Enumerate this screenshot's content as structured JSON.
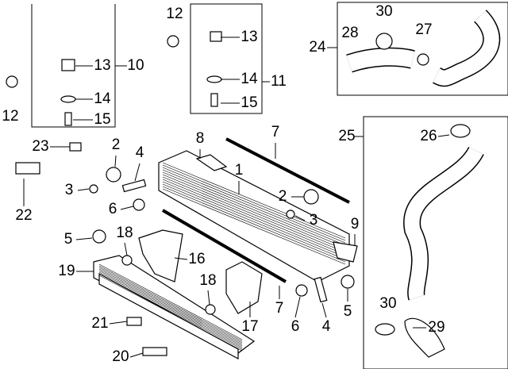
{
  "diagram": {
    "callouts": [
      {
        "id": "c12a",
        "text": "12"
      },
      {
        "id": "c13a",
        "text": "13"
      },
      {
        "id": "c14a",
        "text": "14"
      },
      {
        "id": "c15a",
        "text": "15"
      },
      {
        "id": "c11",
        "text": "11"
      },
      {
        "id": "c13b",
        "text": "13"
      },
      {
        "id": "c14b",
        "text": "14"
      },
      {
        "id": "c15b",
        "text": "15"
      },
      {
        "id": "c10",
        "text": "10"
      },
      {
        "id": "c12b",
        "text": "12"
      },
      {
        "id": "c24",
        "text": "24"
      },
      {
        "id": "c28",
        "text": "28"
      },
      {
        "id": "c30a",
        "text": "30"
      },
      {
        "id": "c27",
        "text": "27"
      },
      {
        "id": "c25",
        "text": "25"
      },
      {
        "id": "c26",
        "text": "26"
      },
      {
        "id": "c30b",
        "text": "30"
      },
      {
        "id": "c29",
        "text": "29"
      },
      {
        "id": "c23",
        "text": "23"
      },
      {
        "id": "c22",
        "text": "22"
      },
      {
        "id": "c2a",
        "text": "2"
      },
      {
        "id": "c4a",
        "text": "4"
      },
      {
        "id": "c3a",
        "text": "3"
      },
      {
        "id": "c6a",
        "text": "6"
      },
      {
        "id": "c5a",
        "text": "5"
      },
      {
        "id": "c18a",
        "text": "18"
      },
      {
        "id": "c16",
        "text": "16"
      },
      {
        "id": "c19",
        "text": "19"
      },
      {
        "id": "c21",
        "text": "21"
      },
      {
        "id": "c20",
        "text": "20"
      },
      {
        "id": "c18b",
        "text": "18"
      },
      {
        "id": "c17",
        "text": "17"
      },
      {
        "id": "c8",
        "text": "8"
      },
      {
        "id": "c7a",
        "text": "7"
      },
      {
        "id": "c1",
        "text": "1"
      },
      {
        "id": "c2b",
        "text": "2"
      },
      {
        "id": "c3b",
        "text": "3"
      },
      {
        "id": "c9",
        "text": "9"
      },
      {
        "id": "c7b",
        "text": "7"
      },
      {
        "id": "c6b",
        "text": "6"
      },
      {
        "id": "c4b",
        "text": "4"
      },
      {
        "id": "c5b",
        "text": "5"
      }
    ]
  }
}
